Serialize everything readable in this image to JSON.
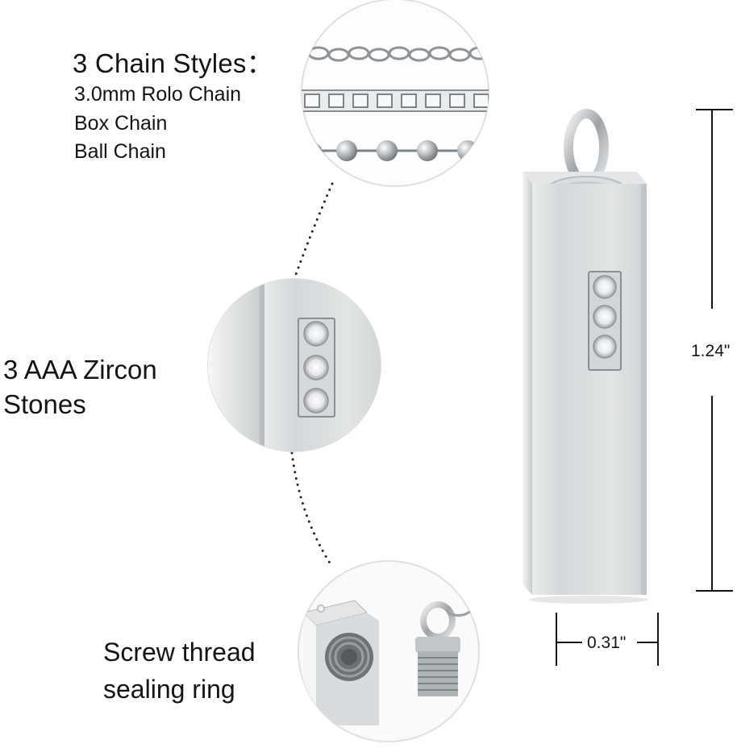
{
  "chain_styles": {
    "heading": "3 Chain Styles：",
    "items": [
      "3.0mm Rolo Chain",
      "Box Chain",
      "Ball Chain"
    ]
  },
  "zircon": {
    "line1": "3 AAA Zircon",
    "line2": "Stones"
  },
  "screw": {
    "line1": "Screw thread",
    "line2": "sealing ring"
  },
  "dimensions": {
    "height": "1.24\"",
    "width": "0.31\""
  },
  "colors": {
    "text": "#141414",
    "metal": "#cfd3d6",
    "background": "#ffffff"
  }
}
